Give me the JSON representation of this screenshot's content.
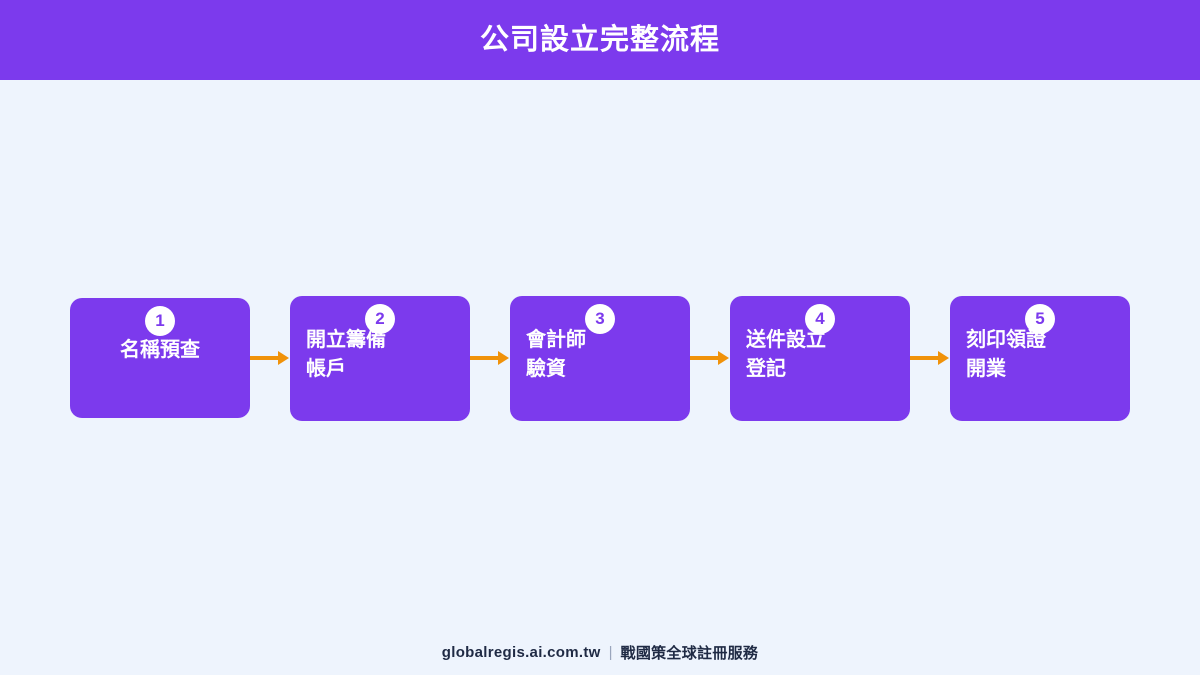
{
  "header": {
    "title": "公司設立完整流程",
    "background_color": "#7c3aed",
    "text_color": "#ffffff"
  },
  "page": {
    "background_color": "#eef4fd",
    "accent_color": "#7c3aed",
    "arrow_color": "#f0920a"
  },
  "flow": {
    "arrow_icon": "arrow-right-icon",
    "steps": [
      {
        "number": "1",
        "label": "名稱預查",
        "lines": 1
      },
      {
        "number": "2",
        "label": "開立籌備\n帳戶",
        "lines": 2
      },
      {
        "number": "3",
        "label": "會計師\n驗資",
        "lines": 2
      },
      {
        "number": "4",
        "label": "送件設立\n登記",
        "lines": 2
      },
      {
        "number": "5",
        "label": "刻印領證\n開業",
        "lines": 2
      }
    ]
  },
  "footer": {
    "site": "globalregis.ai.com.tw",
    "separator": "|",
    "brand": "戰國策全球註冊服務"
  }
}
